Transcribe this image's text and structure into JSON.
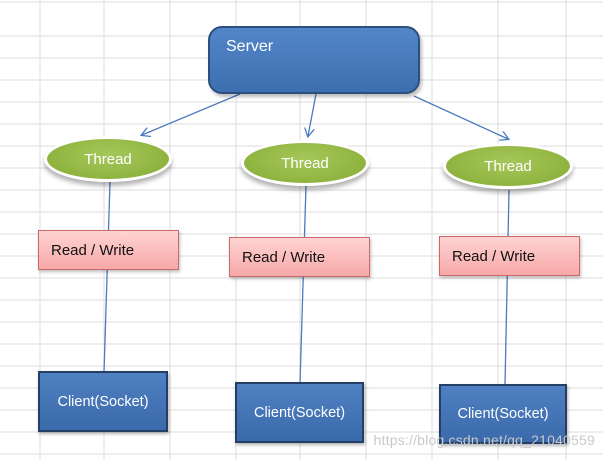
{
  "server": {
    "label": "Server"
  },
  "threads": [
    "Thread",
    "Thread",
    "Thread"
  ],
  "read_write": [
    "Read / Write",
    "Read / Write",
    "Read / Write"
  ],
  "clients": [
    "Client(Socket)",
    "Client(Socket)",
    "Client(Socket)"
  ],
  "watermark": "https://blog.csdn.net/qq_21040559",
  "colors": {
    "server_fill": "#4a7bbd",
    "thread_fill": "#93b847",
    "read_write_fill": "#f8b9b9",
    "client_fill": "#4574b5",
    "connector": "#4a7bbd",
    "grid": "#dcdcdc"
  }
}
